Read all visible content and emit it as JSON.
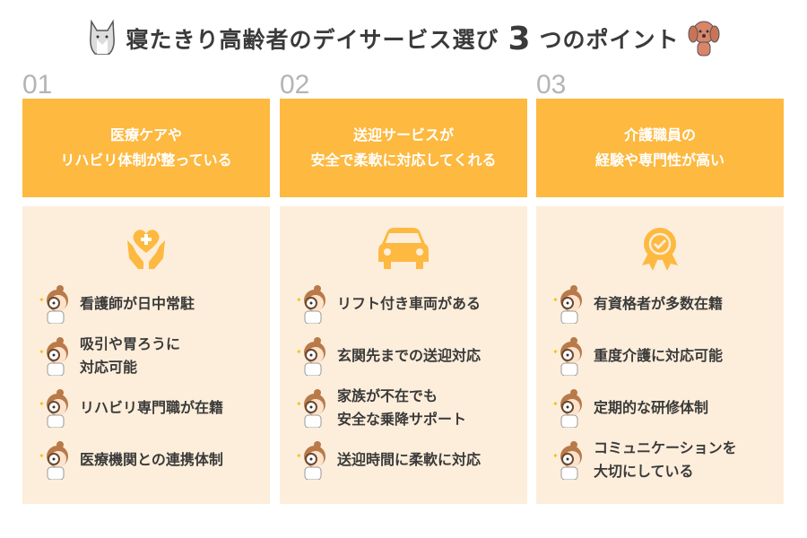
{
  "title": {
    "main": "寝たきり高齢者のデイサービス選び",
    "num": "3",
    "tail": "つのポイント"
  },
  "columns": [
    {
      "number": "01",
      "heading": [
        "医療ケアや",
        "リハビリ体制が整っている"
      ],
      "icon": "heart-hands-icon",
      "items": [
        "看護師が日中常駐",
        "吸引や胃ろうに\n対応可能",
        "リハビリ専門職が在籍",
        "医療機関との連携体制"
      ]
    },
    {
      "number": "02",
      "heading": [
        "送迎サービスが",
        "安全で柔軟に対応してくれる"
      ],
      "icon": "car-icon",
      "items": [
        "リフト付き車両がある",
        "玄関先までの送迎対応",
        "家族が不在でも\n安全な乗降サポート",
        "送迎時間に柔軟に対応"
      ]
    },
    {
      "number": "03",
      "heading": [
        "介護職員の",
        "経験や専門性が高い"
      ],
      "icon": "award-badge-icon",
      "items": [
        "有資格者が多数在籍",
        "重度介護に対応可能",
        "定期的な研修体制",
        "コミュニケーションを\n大切にしている"
      ]
    }
  ],
  "colors": {
    "accent": "#fdb940",
    "panel": "#fdeedb",
    "number": "#b4b4b4"
  }
}
